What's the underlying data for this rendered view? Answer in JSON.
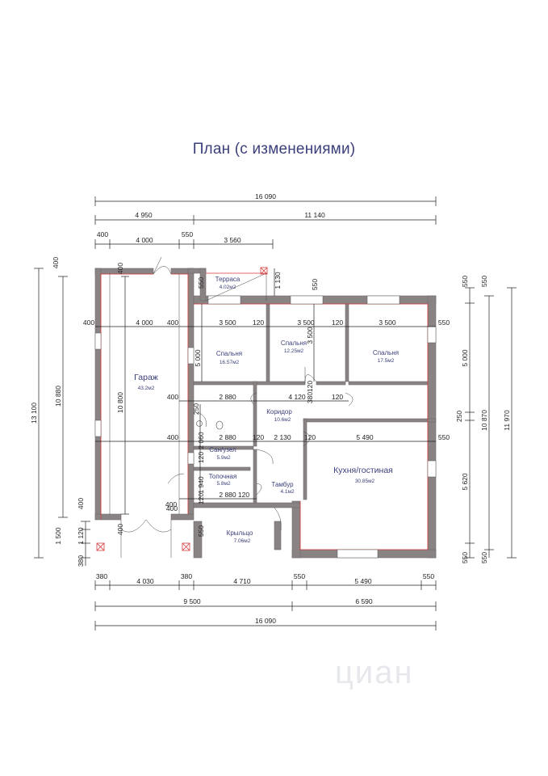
{
  "title": "План (с изменениями)",
  "rooms": {
    "terrace": {
      "name": "Терраса",
      "area": "4.02м2"
    },
    "garage": {
      "name": "Гараж",
      "area": "43.2м2"
    },
    "bedroom1": {
      "name": "Спальня",
      "area": "16.57м2"
    },
    "bedroom2": {
      "name": "Спальня",
      "area": "12.25м2"
    },
    "bedroom3": {
      "name": "Спальня",
      "area": "17.5м2"
    },
    "corridor": {
      "name": "Коридор",
      "area": "10.6м2"
    },
    "bathroom": {
      "name": "Сан/узел",
      "area": "5.9м2"
    },
    "kitchen": {
      "name": "Кухня/гостиная",
      "area": "30.85м2"
    },
    "sauna": {
      "name": "Топочная",
      "area": "5.8м2"
    },
    "vestibule": {
      "name": "Тамбур",
      "area": "4.1м2"
    },
    "porch": {
      "name": "Крыльцо",
      "area": "7.06м2"
    }
  },
  "dims": {
    "top1": "16 090",
    "top2a": "4 950",
    "top2b": "11 140",
    "top3a": "400",
    "top3b": "4 000",
    "top3c": "550",
    "top3d": "3 560",
    "bot1a": "380",
    "bot1b": "4 030",
    "bot1c": "380",
    "bot1d": "4 710",
    "bot1e": "550",
    "bot1f": "5 490",
    "bot1g": "550",
    "bot2a": "9 500",
    "bot2b": "6 590",
    "bot3": "16 090",
    "left1": "13 100",
    "left2": "10 880",
    "left3a": "400",
    "left3b": "400",
    "left3c": "1 120",
    "left3d": "1 500",
    "left3e": "380",
    "right1": "11 970",
    "right2": "10 870",
    "right3a": "550",
    "right3b": "5 000",
    "right3c": "250",
    "right3d": "5 620",
    "right3e": "550",
    "right2a": "550",
    "right2b": "550",
    "r1_400a": "400",
    "r1_4000": "4 000",
    "r1_400b": "400",
    "r1_3500a": "3 500",
    "r1_120a": "120",
    "r1_3500b": "3 500",
    "r1_120b": "120",
    "r1_3500c": "3 500",
    "r1_550": "550",
    "r2_400": "400",
    "r2_2880": "2 880",
    "r2_4120": "4 120",
    "r2_120": "120",
    "r3_400": "400",
    "r3_2880": "2 880",
    "r3_120": "120",
    "r3_2130": "2 130",
    "r3_120b": "120",
    "r3_5490": "5 490",
    "r3_550": "550",
    "r4_400": "400",
    "r4_2880": "2 880",
    "r4_120": "120",
    "g_400": "400",
    "g_10800": "10 800",
    "v_5000": "5 000",
    "v_3500": "3 500",
    "v_120": "120",
    "v_380": "380",
    "v_250": "250",
    "v_2060": "2 060",
    "v_120b": "120",
    "v_1940": "1 940",
    "v_120c": "120",
    "t_550": "550",
    "t_1130": "1 130",
    "t_550b": "550",
    "p_550": "550",
    "g_400b": "400",
    "g_400c": "400"
  },
  "watermark": "циан",
  "colors": {
    "title": "#3b3f7a",
    "wall": "#8a8384",
    "wall_accent": "#d63b3b"
  }
}
